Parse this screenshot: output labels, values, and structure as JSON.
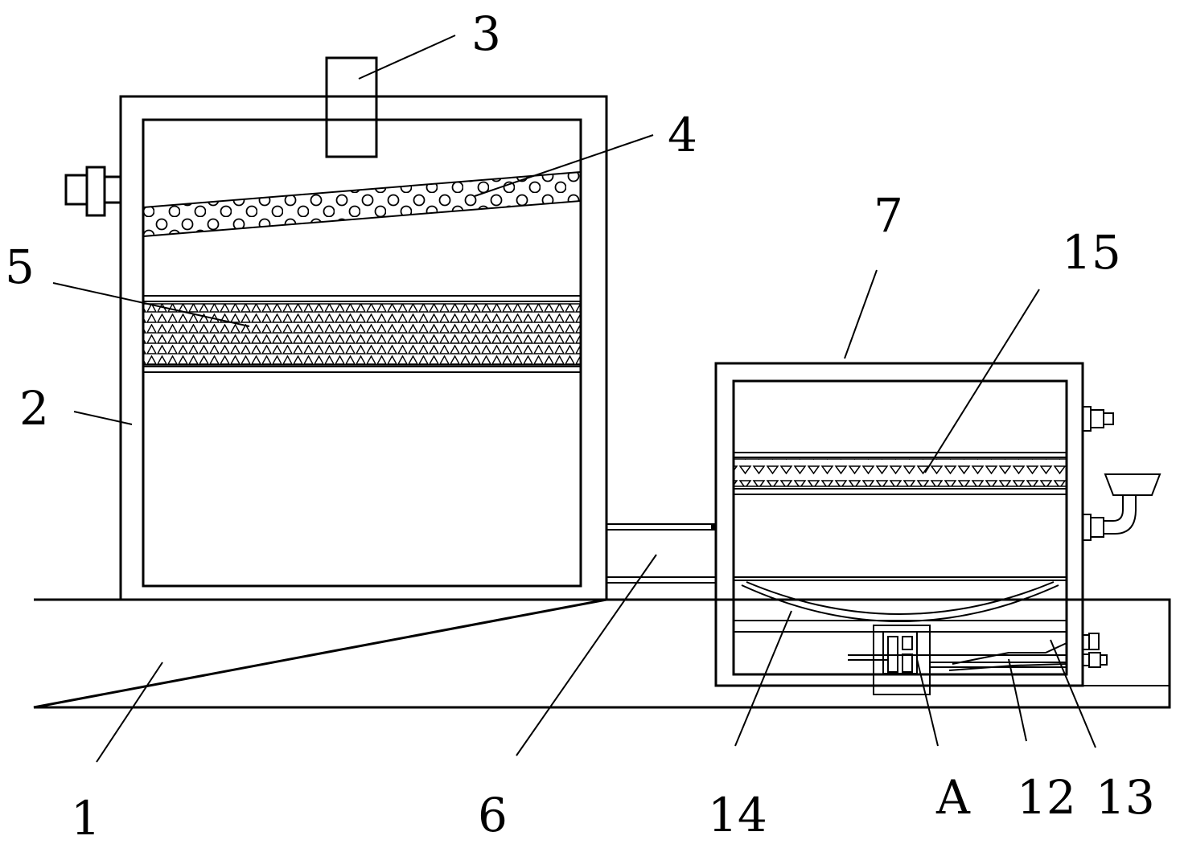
{
  "labels": {
    "l1": "1",
    "l2": "2",
    "l3": "3",
    "l4": "4",
    "l5": "5",
    "l6": "6",
    "l7": "7",
    "l12": "12",
    "l13": "13",
    "l14": "14",
    "l15": "15",
    "lA": "A"
  }
}
